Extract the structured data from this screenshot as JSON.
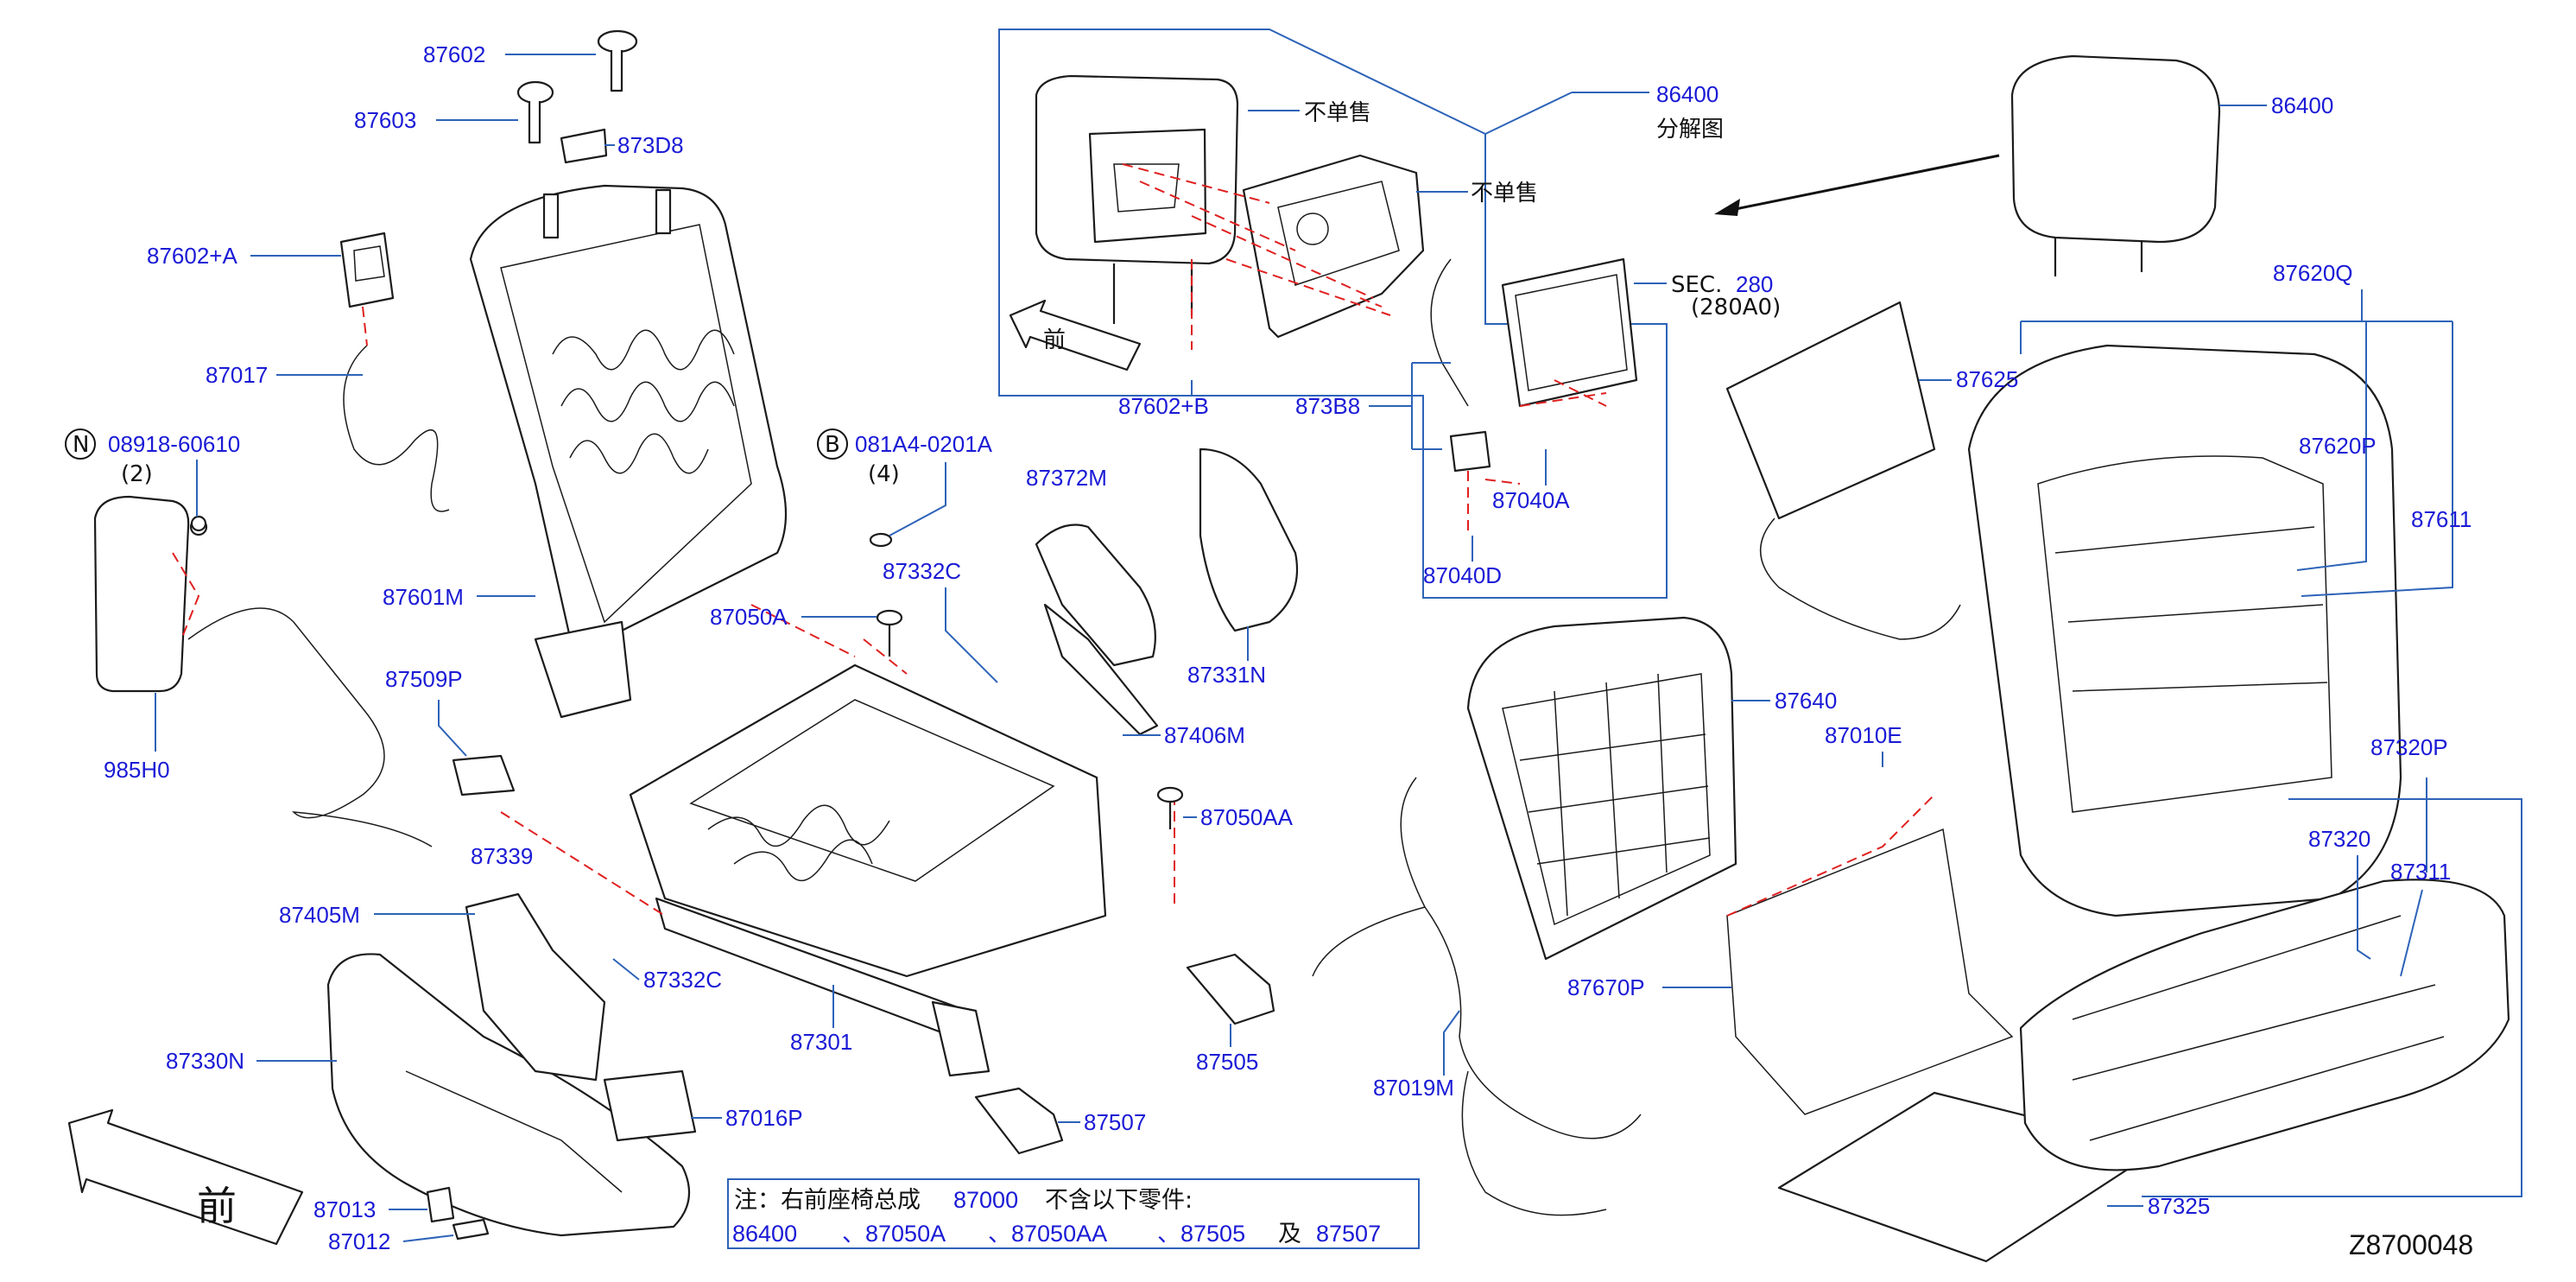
{
  "diagram_code": "Z8700048",
  "labels": {
    "p87602": "87602",
    "p87603": "87603",
    "p873D8": "873D8",
    "p87602A": "87602+A",
    "p87017": "87017",
    "p08918": "08918-60610",
    "p08918_qty": "(2)",
    "p081A4": "081A4-0201A",
    "p081A4_qty": "(4)",
    "p87601M": "87601M",
    "p985H0": "985H0",
    "p87509P": "87509P",
    "p87339": "87339",
    "p87405M": "87405M",
    "p87332C_a": "87332C",
    "p87332C_b": "87332C",
    "p87330N": "87330N",
    "p87016P": "87016P",
    "p87013": "87013",
    "p87012": "87012",
    "p87301": "87301",
    "p87050A": "87050A",
    "p87050AA": "87050AA",
    "p87372M": "87372M",
    "p87331N": "87331N",
    "p87406M": "87406M",
    "p87505": "87505",
    "p87507": "87507",
    "p87602B": "87602+B",
    "p873B8": "873B8",
    "p87040A": "87040A",
    "p87040D": "87040D",
    "p86400_exp": "86400",
    "exploded_view": "分解图",
    "not_sold_1": "不单售",
    "not_sold_2": "不单售",
    "sec_prefix": "SEC.",
    "sec_num": "280",
    "sec_sub": "(280A0)",
    "p86400": "86400",
    "p87620Q": "87620Q",
    "p87625": "87625",
    "p87620P": "87620P",
    "p87611": "87611",
    "p87640": "87640",
    "p87010E": "87010E",
    "p87320P": "87320P",
    "p87320": "87320",
    "p87311": "87311",
    "p87670P": "87670P",
    "p87019M": "87019M",
    "p87325": "87325"
  },
  "markers": {
    "n_marker": "N",
    "b_marker": "B",
    "front_arrow_small": "前",
    "front_arrow_big": "前"
  },
  "note": {
    "prefix": "注：右前座椅总成",
    "assembly": "87000",
    "suffix": "不含以下零件:",
    "parts": [
      "86400",
      "、87050A",
      "、87050AA",
      "、87505"
    ],
    "conjunction": "及",
    "last_part": "87507"
  },
  "colors": {
    "part_number": "#1a1ad6",
    "leader_line": "#2d63b8",
    "dashed_line": "#e02020",
    "line_art": "#1b1b1b"
  }
}
